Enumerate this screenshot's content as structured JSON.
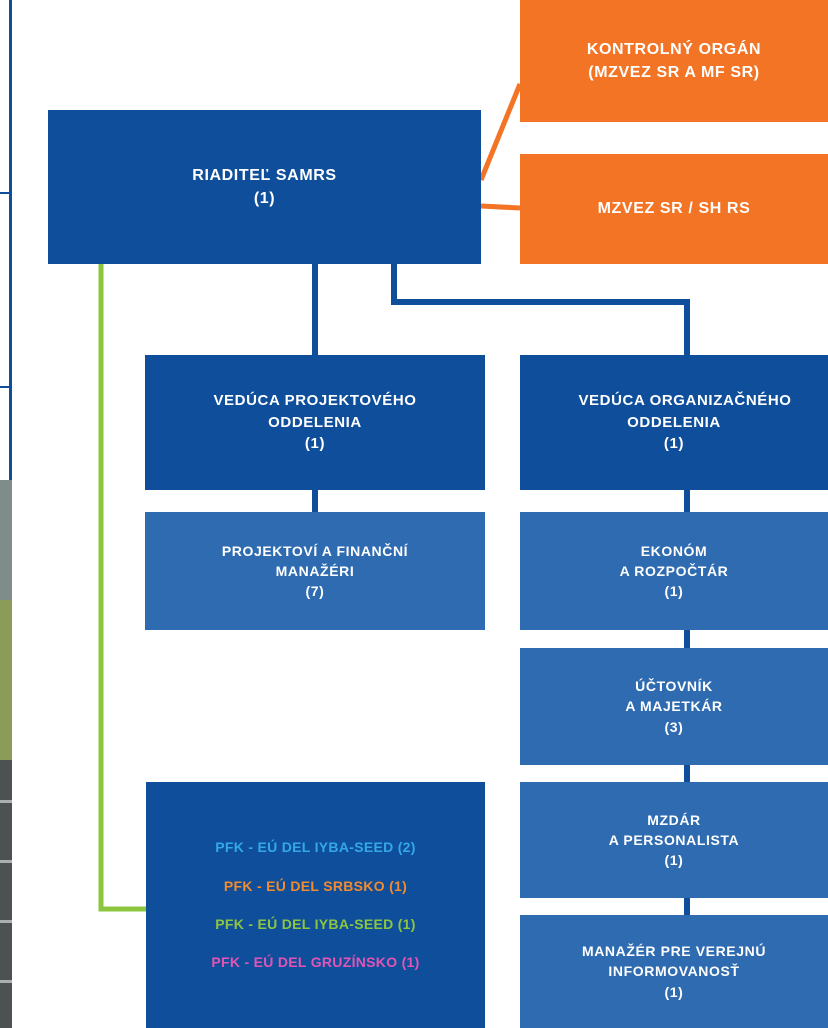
{
  "orgchart": {
    "director": {
      "line1": "RIADITEĽ SAMRS",
      "line2": "(1)"
    },
    "control_body": {
      "line1": "KONTROLNÝ ORGÁN",
      "line2": "(MZVEZ SR A MF SR)"
    },
    "ministry": {
      "label": "MZVEZ SR / SH RS"
    },
    "project_head": {
      "line1": "VEDÚCA PROJEKTOVÉHO",
      "line2": "ODDELENIA",
      "line3": "(1)"
    },
    "project_managers": {
      "line1": "PROJEKTOVÍ A FINANČNÍ",
      "line2": "MANAŽÉRI",
      "line3": "(7)"
    },
    "org_head": {
      "line1": "VEDÚCA ORGANIZAČNÉHO",
      "line2": "ODDELENIA",
      "line3": "(1)"
    },
    "economist": {
      "line1": "EKONÓM",
      "line2": "A ROZPOČTÁR",
      "line3": "(1)"
    },
    "accountant": {
      "line1": "ÚČTOVNÍK",
      "line2": "A MAJETKÁR",
      "line3": "(3)"
    },
    "payroll": {
      "line1": "MZDÁR",
      "line2": "A PERSONALISTA",
      "line3": "(1)"
    },
    "pr_manager": {
      "line1": "MANAŽÉR PRE VEREJNÚ",
      "line2": "INFORMOVANOSŤ",
      "line3": "(1)"
    },
    "pfk": {
      "items": [
        {
          "label": "PFK - EÚ DEL IYBA-SEED (2)",
          "color": "#33a8e8"
        },
        {
          "label": "PFK - EÚ DEL SRBSKO (1)",
          "color": "#f28a2e"
        },
        {
          "label": "PFK - EÚ DEL IYBA-SEED (1)",
          "color": "#8cc63f"
        },
        {
          "label": "PFK - EÚ DEL GRUZÍNSKO (1)",
          "color": "#e255b4"
        }
      ]
    }
  },
  "colors": {
    "dark_blue": "#0f4e9a",
    "mid_blue": "#2f6bb1",
    "orange": "#f27424",
    "green_line": "#8cc63f"
  }
}
